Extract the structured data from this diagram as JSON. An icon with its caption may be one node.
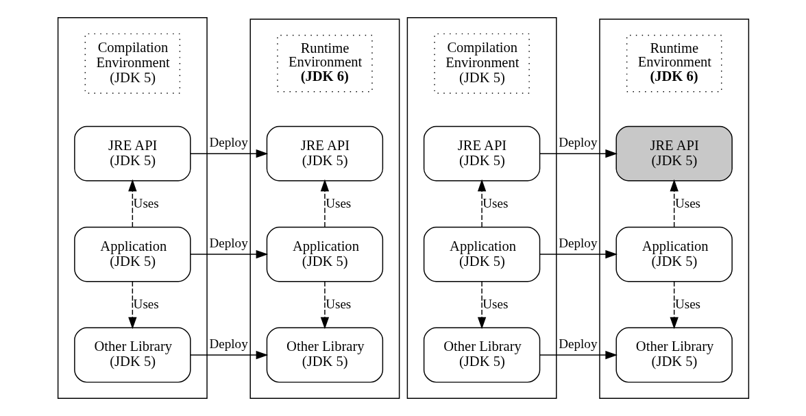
{
  "diagram": {
    "nodes": [
      {
        "text": [],
        "shape": "box"
      },
      {
        "text": [
          "Compilation Environment (JDK 5)"
        ],
        "in": 0
      },
      {
        "text": [
          "JRE API (JDK 5)"
        ],
        "in": 0
      },
      {
        "text": [
          "Application (JDK 5)"
        ],
        "in": 0
      },
      {
        "text": [
          "Other Library (JDK 5)"
        ],
        "in": 0
      },
      {
        "text": [],
        "shape": "box"
      },
      {
        "text": [
          "Runtime Environment **(JDK 6)**"
        ],
        "in": 5
      },
      {
        "text": [
          "JRE API (JDK 5)"
        ],
        "in": 5
      },
      {
        "text": [
          "Application (JDK 5)"
        ],
        "in": 5
      },
      {
        "text": [
          "Other Library (JDK 5)"
        ],
        "in": 5
      },
      {
        "text": [],
        "shape": "box"
      },
      {
        "text": [
          "Compilation Environment (JDK 5)"
        ],
        "in": 10
      },
      {
        "text": [
          "JRE API (JDK 5)"
        ],
        "in": 10
      },
      {
        "text": [
          "Application (JDK 5)"
        ],
        "in": 10
      },
      {
        "text": [
          "Other Library (JDK 5)"
        ],
        "in": 10
      },
      {
        "text": [],
        "shape": "box"
      },
      {
        "text": [
          "Runtime Environment **(JDK 6)**"
        ],
        "in": 15
      },
      {
        "text": [
          "JRE API (JDK 5)"
        ],
        "in": 15
      },
      {
        "text": [
          "Application (JDK 5)"
        ],
        "in": 15
      },
      {
        "text": [
          "Other Library (JDK 5)"
        ],
        "in": 15
      }
    ],
    "edges": [
      {
        "from": 3,
        "to": 2,
        "arrow": "to",
        "label": "Uses",
        "style": "dashed"
      },
      {
        "from": 3,
        "to": 4,
        "arrow": "to",
        "label": "Uses",
        "style": "dashed"
      },
      {
        "from": 2,
        "to": 7,
        "arrow": "to",
        "label": "Deploy"
      },
      {
        "from": 3,
        "to": 8,
        "arrow": "to",
        "label": "Deploy"
      },
      {
        "from": 4,
        "to": 9,
        "arrow": "to",
        "label": "Deploy"
      },
      {
        "from": 8,
        "to": 7,
        "arrow": "to",
        "label": "Uses",
        "style": "dashed"
      },
      {
        "from": 8,
        "to": 9,
        "arrow": "to",
        "label": "Uses",
        "style": "dashed"
      },
      {
        "from": 13,
        "to": 12,
        "arrow": "to",
        "label": "Uses",
        "style": "dashed"
      },
      {
        "from": 13,
        "to": 14,
        "arrow": "to",
        "label": "Uses",
        "style": "dashed"
      },
      {
        "from": 12,
        "to": 17,
        "arrow": "to",
        "label": "Deploy"
      },
      {
        "from": 13,
        "to": 18,
        "arrow": "to",
        "label": "Deploy"
      },
      {
        "from": 14,
        "to": 19,
        "arrow": "to",
        "label": "Deploy"
      },
      {
        "from": 18,
        "to": 17,
        "arrow": "to",
        "label": "Uses",
        "style": "dashed"
      },
      {
        "from": 18,
        "to": 19,
        "arrow": "to",
        "label": "Uses",
        "style": "dashed"
      }
    ]
  }
}
